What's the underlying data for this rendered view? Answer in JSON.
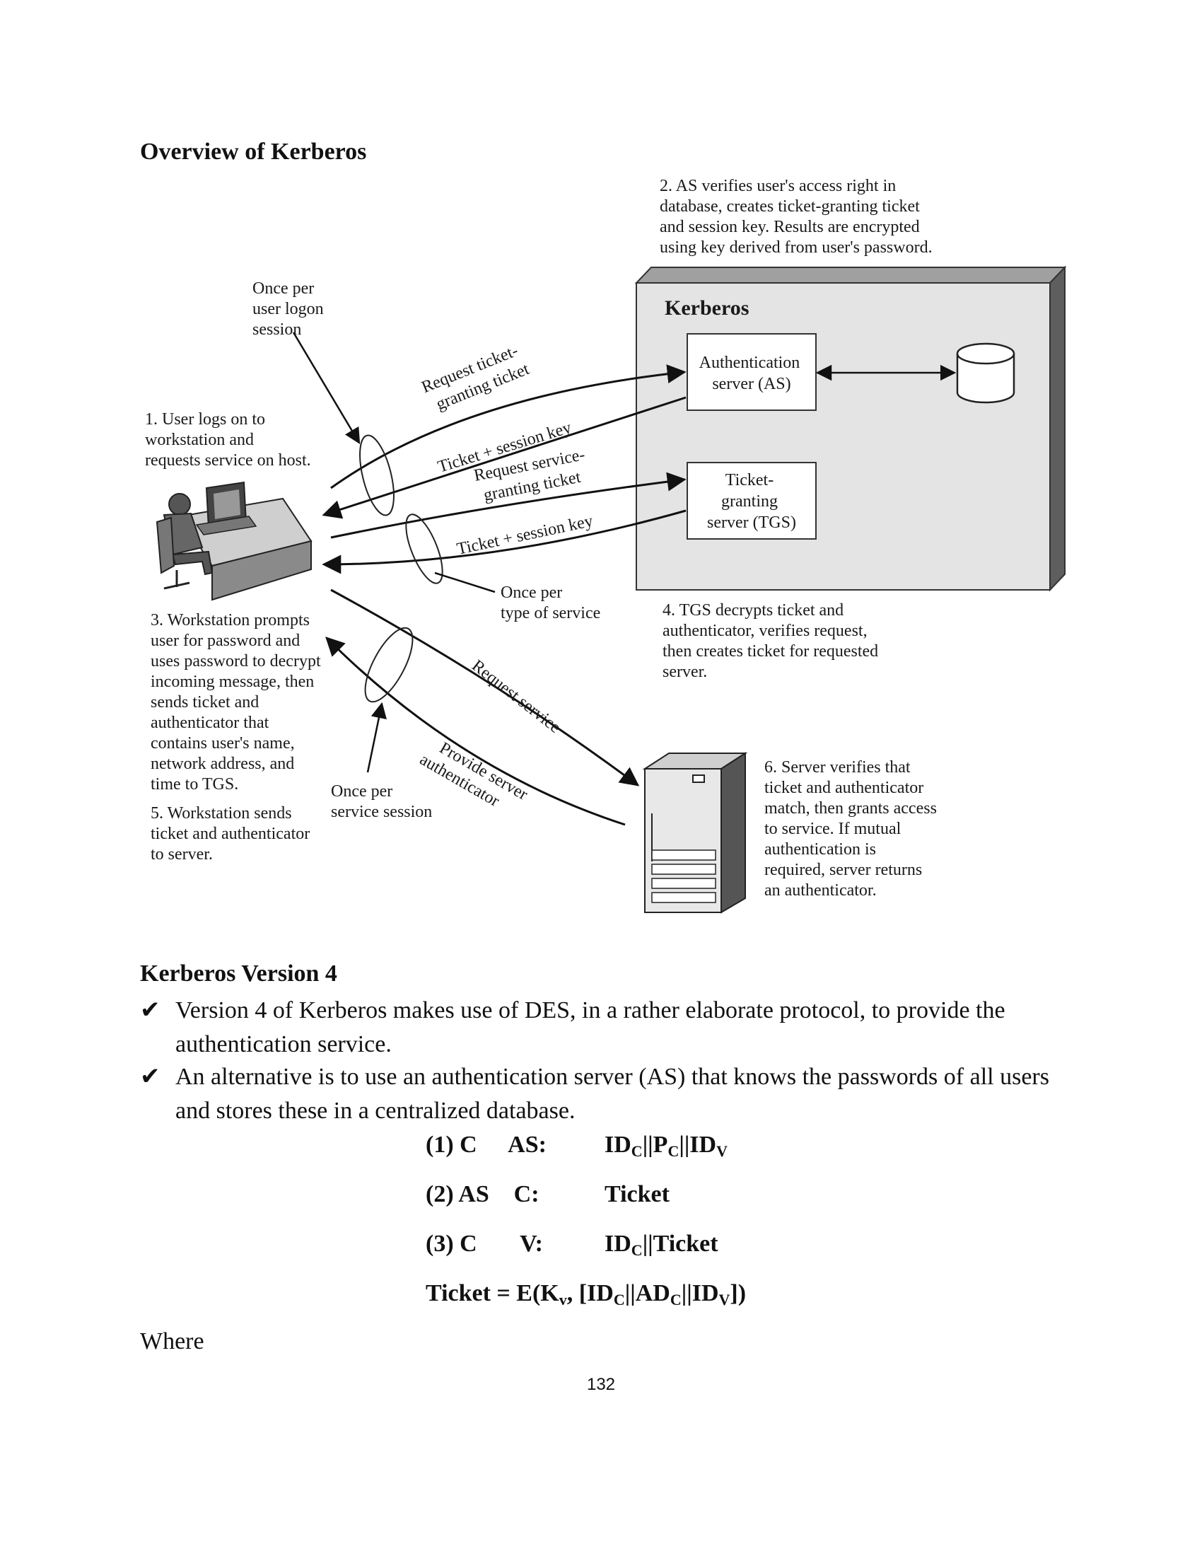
{
  "heading_overview": "Overview of Kerberos",
  "diagram": {
    "step1": [
      "1. User logs on to",
      "workstation and",
      "requests service on host."
    ],
    "step2": [
      "2. AS verifies user's access right in",
      "database, creates ticket-granting ticket",
      "and session key. Results are encrypted",
      "using key derived from user's password."
    ],
    "step3": [
      "3. Workstation prompts",
      "user for password and",
      "uses password to decrypt",
      "incoming message, then",
      "sends ticket and",
      "authenticator that",
      "contains user's name,",
      "network address, and",
      "time to TGS."
    ],
    "step4": [
      "4. TGS decrypts ticket and",
      "authenticator, verifies request,",
      "then creates ticket for requested",
      "server."
    ],
    "step5": [
      "5. Workstation sends",
      "ticket and authenticator",
      "to server."
    ],
    "step6": [
      "6. Server verifies that",
      "ticket and authenticator",
      "match, then grants access",
      "to service. If mutual",
      "authentication is",
      "required, server returns",
      "an authenticator."
    ],
    "once_logon": [
      "Once per",
      "user logon",
      "session"
    ],
    "once_type": [
      "Once per",
      "type of service"
    ],
    "once_session": [
      "Once per",
      "service session"
    ],
    "kerberos_label": "Kerberos",
    "as_box": [
      "Authentication",
      "server (AS)"
    ],
    "tgs_box": [
      "Ticket-",
      "granting",
      "server (TGS)"
    ],
    "arrow_req_tgt": [
      "Request ticket-",
      "granting ticket"
    ],
    "arrow_ticket_key_1": "Ticket + session key",
    "arrow_req_sgt": [
      "Request service-",
      "granting ticket"
    ],
    "arrow_ticket_key_2": "Ticket + session key",
    "arrow_req_service": "Request service",
    "arrow_provide_auth": [
      "Provide server",
      "authenticator"
    ]
  },
  "heading_v4": "Kerberos Version 4",
  "bullets": [
    {
      "mark": "✔",
      "text": "Version 4 of Kerberos makes use of DES, in a rather elaborate protocol, to provide the authentication service."
    },
    {
      "mark": "✔",
      "text": "An alternative is to use an authentication server (AS) that knows the passwords of all users and stores these in a centralized database."
    }
  ],
  "equations": {
    "e1_label": "(1) C  AS:",
    "e2_label": "(2) AS C:",
    "e2_value": "Ticket",
    "e3_label": "(3) C    V:",
    "e3_value": "||Ticket"
  },
  "where": "Where",
  "page_number": "132"
}
